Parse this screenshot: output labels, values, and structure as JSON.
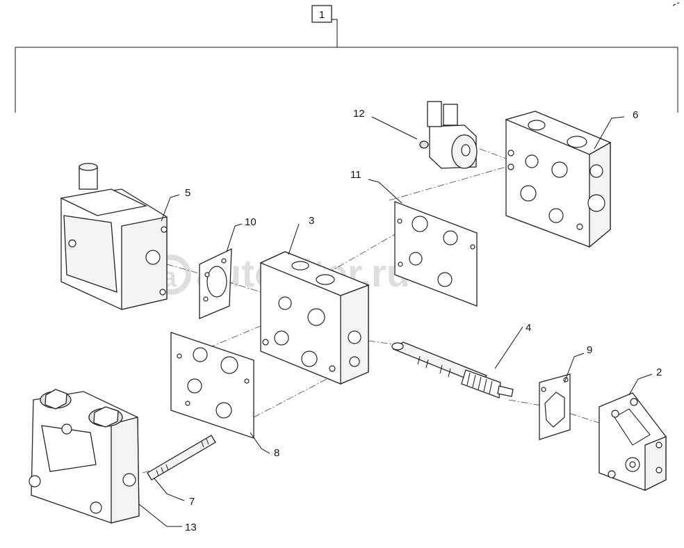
{
  "diagram": {
    "assembly_label": "1",
    "watermark": "autopiter.ru",
    "parts": [
      {
        "id": "part-2",
        "label": "2"
      },
      {
        "id": "part-3",
        "label": "3"
      },
      {
        "id": "part-4",
        "label": "4"
      },
      {
        "id": "part-5",
        "label": "5"
      },
      {
        "id": "part-6",
        "label": "6"
      },
      {
        "id": "part-7",
        "label": "7"
      },
      {
        "id": "part-8",
        "label": "8"
      },
      {
        "id": "part-9",
        "label": "9"
      },
      {
        "id": "part-10",
        "label": "10"
      },
      {
        "id": "part-11",
        "label": "11"
      },
      {
        "id": "part-12",
        "label": "12"
      },
      {
        "id": "part-13",
        "label": "13"
      }
    ]
  }
}
